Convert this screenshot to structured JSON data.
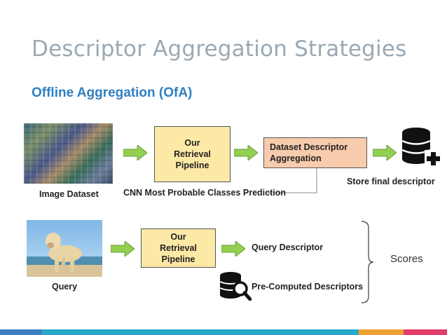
{
  "title": "Descriptor Aggregation Strategies",
  "subtitle": "Offline Aggregation (OfA)",
  "top_row": {
    "dataset_label": "Image Dataset",
    "pipeline_lines": [
      "Our",
      "Retrieval",
      "Pipeline"
    ],
    "aggregation_lines": [
      "Dataset Descriptor",
      "Aggregation"
    ],
    "cnn_label": "CNN Most Probable Classes Prediction",
    "store_label": "Store final descriptor"
  },
  "bottom_row": {
    "query_label": "Query",
    "pipeline_lines": [
      "Our",
      "Retrieval",
      "Pipeline"
    ],
    "query_descriptor_label": "Query Descriptor",
    "precomputed_label": "Pre-Computed Descriptors",
    "scores_label": "Scores"
  },
  "icons": {
    "database_add": "database-add-icon",
    "database_search": "database-search-icon",
    "arrow": "right-arrow-icon"
  },
  "colors": {
    "title": "#9aa9b4",
    "subtitle": "#2f7fc1",
    "pipeline_box": "#fde9a6",
    "aggregation_box": "#f8cbad",
    "arrow_fill": "#92d050",
    "footer": [
      "#3e7fbf",
      "#2aa8c8",
      "#f0a234",
      "#e23d6b"
    ]
  }
}
